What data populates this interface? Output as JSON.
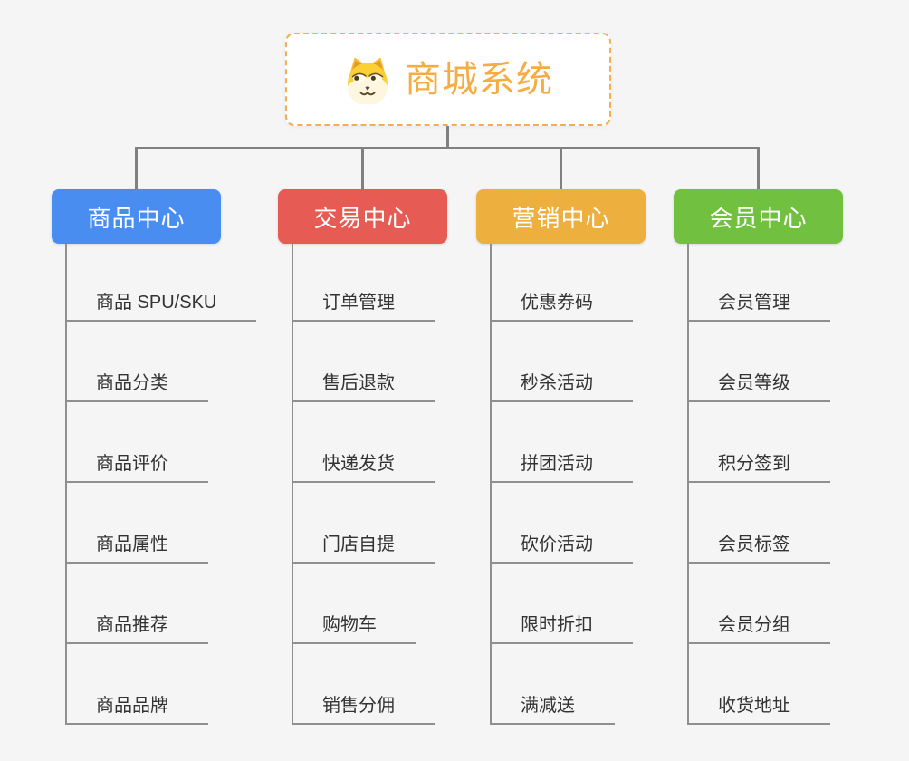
{
  "root": {
    "title": "商城系统",
    "icon": "shiba-dog-icon",
    "accent_color": "#F5AD43",
    "border_color": "#F3AE4E"
  },
  "colors": {
    "background": "#F5F5F5",
    "connector": "#808080",
    "child_line": "#8F8F8F",
    "child_text": "#333333"
  },
  "branches": [
    {
      "label": "商品中心",
      "color": "#4A8DF0",
      "children": [
        "商品 SPU/SKU",
        "商品分类",
        "商品评价",
        "商品属性",
        "商品推荐",
        "商品品牌"
      ]
    },
    {
      "label": "交易中心",
      "color": "#E65C55",
      "children": [
        "订单管理",
        "售后退款",
        "快递发货",
        "门店自提",
        "购物车",
        "销售分佣"
      ]
    },
    {
      "label": "营销中心",
      "color": "#EDAF3D",
      "children": [
        "优惠券码",
        "秒杀活动",
        "拼团活动",
        "砍价活动",
        "限时折扣",
        "满减送"
      ]
    },
    {
      "label": "会员中心",
      "color": "#72C040",
      "children": [
        "会员管理",
        "会员等级",
        "积分签到",
        "会员标签",
        "会员分组",
        "收货地址"
      ]
    }
  ]
}
